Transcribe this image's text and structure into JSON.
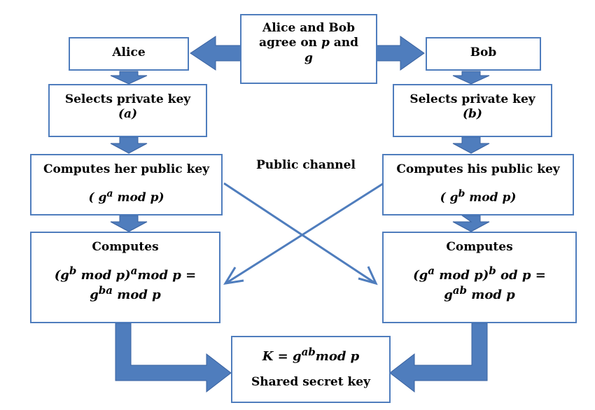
{
  "colors": {
    "box_border": "#4f7dbd",
    "arrow_fill": "#4f7dbd",
    "arrow_outline": "#3a62a0"
  },
  "agree": {
    "line1": "Alice and Bob",
    "line2_text": "agree on ",
    "line2_var": "p",
    "line2_and": " and",
    "line3_var": "g"
  },
  "alice": {
    "label": "Alice"
  },
  "bob": {
    "label": "Bob"
  },
  "alice_private": {
    "line1": "Selects private key",
    "line2": "(a)"
  },
  "bob_private": {
    "line1": "Selects private key",
    "line2": "(b)"
  },
  "alice_public": {
    "line1": "Computes her public key",
    "formula_open": "( g",
    "formula_exp": "a",
    "formula_rest": " mod p)"
  },
  "bob_public": {
    "line1": "Computes his public key",
    "formula_open": "( g",
    "formula_exp": "b",
    "formula_rest": " mod p)"
  },
  "channel": {
    "label": "Public channel"
  },
  "alice_compute": {
    "title": "Computes",
    "l2_a": "(g",
    "l2_sup1": "b",
    "l2_b": " mod p)",
    "l2_sup2": "a",
    "l2_c": "mod p =",
    "l3_a": "g",
    "l3_sup": "ba",
    "l3_b": " mod p"
  },
  "bob_compute": {
    "title": "Computes",
    "l2_a": "(g",
    "l2_sup1": "a",
    "l2_b": " mod p)",
    "l2_sup2": "b",
    "l2_c": " od p =",
    "l3_a": "g",
    "l3_sup": "ab",
    "l3_b": " mod p"
  },
  "shared": {
    "k_a": "K = g",
    "k_sup": "ab",
    "k_b": "mod p",
    "label": "Shared secret key"
  }
}
